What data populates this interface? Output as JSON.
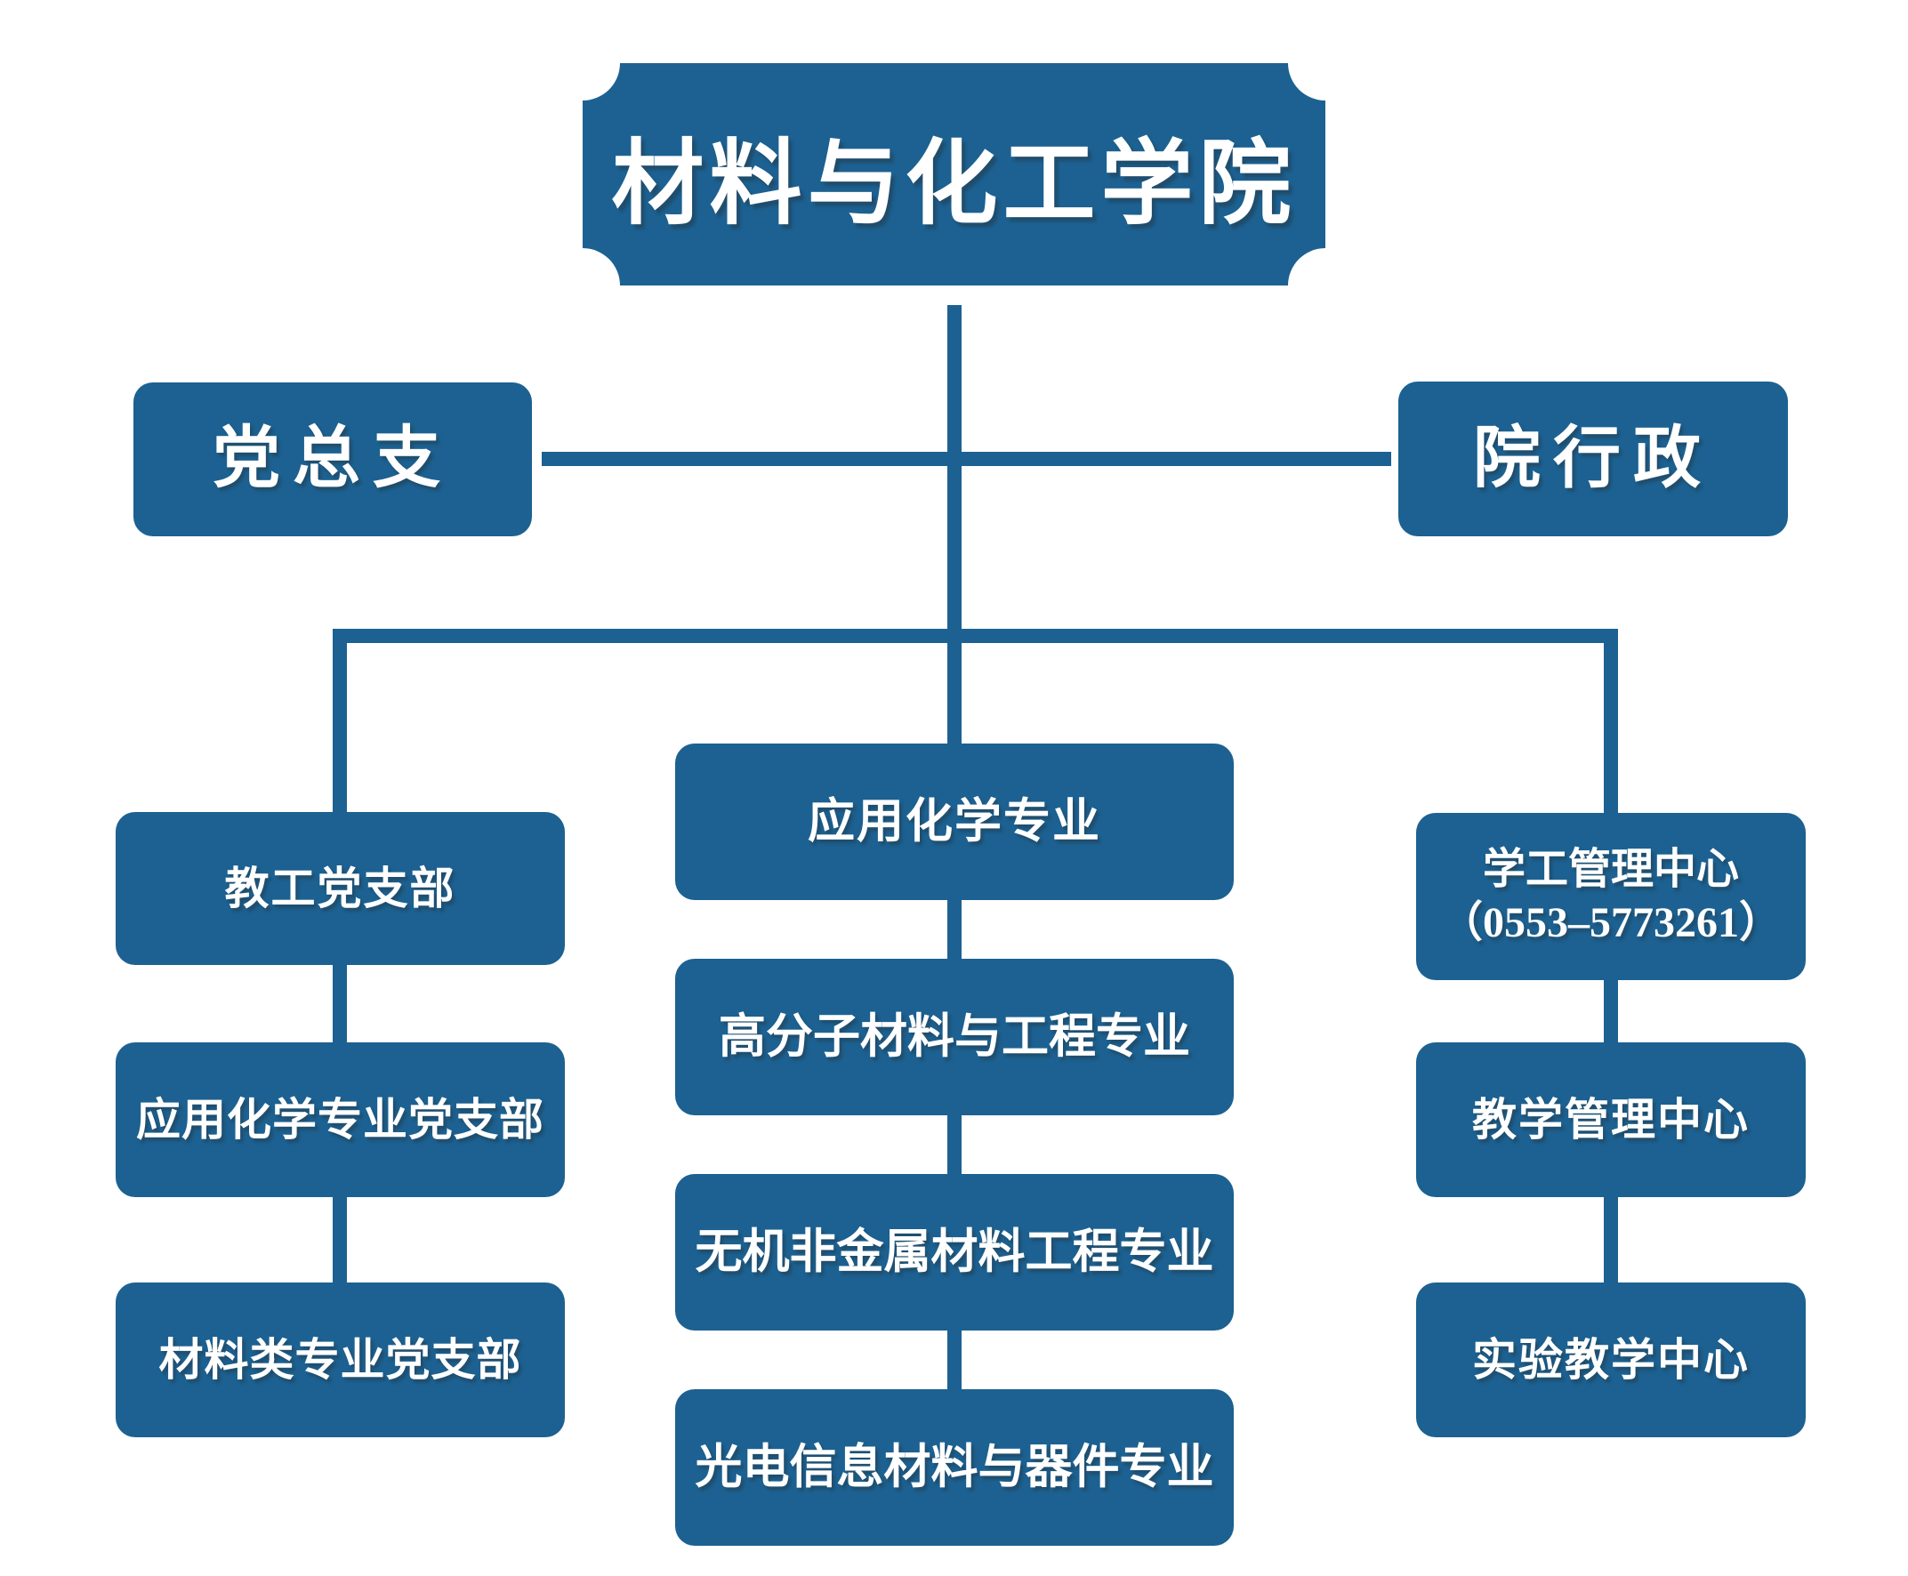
{
  "colors": {
    "primary_blue": "#1c6191",
    "text": "#ffffff",
    "background": "#ffffff"
  },
  "org": {
    "title": "材料与化工学院",
    "level1": [
      {
        "label": "党总支"
      },
      {
        "label": "院行政"
      }
    ],
    "left_column": {
      "items": [
        {
          "label": "教工党支部"
        },
        {
          "label": "应用化学专业党支部"
        },
        {
          "label": "材料类专业党支部"
        }
      ]
    },
    "middle_column": {
      "items": [
        {
          "label": "应用化学专业"
        },
        {
          "label": "高分子材料与工程专业"
        },
        {
          "label": "无机非金属材料工程专业"
        },
        {
          "label": "光电信息材料与器件专业"
        }
      ]
    },
    "right_column": {
      "items": [
        {
          "label": "学工管理中心",
          "phone": "（0553–5773261）"
        },
        {
          "label": "教学管理中心"
        },
        {
          "label": "实验教学中心"
        }
      ]
    }
  }
}
